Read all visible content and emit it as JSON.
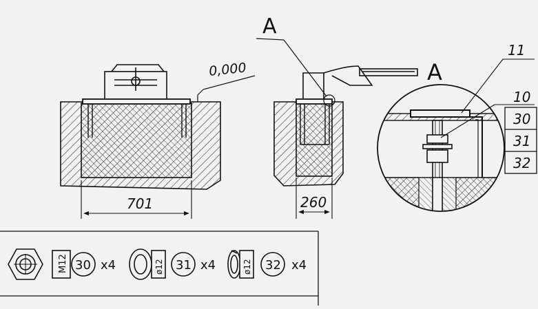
{
  "labels": {
    "section_mark_left": "A",
    "section_mark_right": "A",
    "level_mark": "0,000",
    "dim_width_front": "701",
    "dim_width_side": "260"
  },
  "callouts": [
    {
      "number": "11"
    },
    {
      "number": "10"
    },
    {
      "number": "30"
    },
    {
      "number": "31"
    },
    {
      "number": "32"
    }
  ],
  "parts": [
    {
      "number": "30",
      "thread": "M12",
      "quantity": "x4"
    },
    {
      "number": "31",
      "thread": "ø12",
      "quantity": "x4"
    },
    {
      "number": "32",
      "thread": "ø12",
      "quantity": "x4"
    }
  ],
  "colors": {
    "ink": "#111111",
    "paper": "#f2f2f0"
  }
}
